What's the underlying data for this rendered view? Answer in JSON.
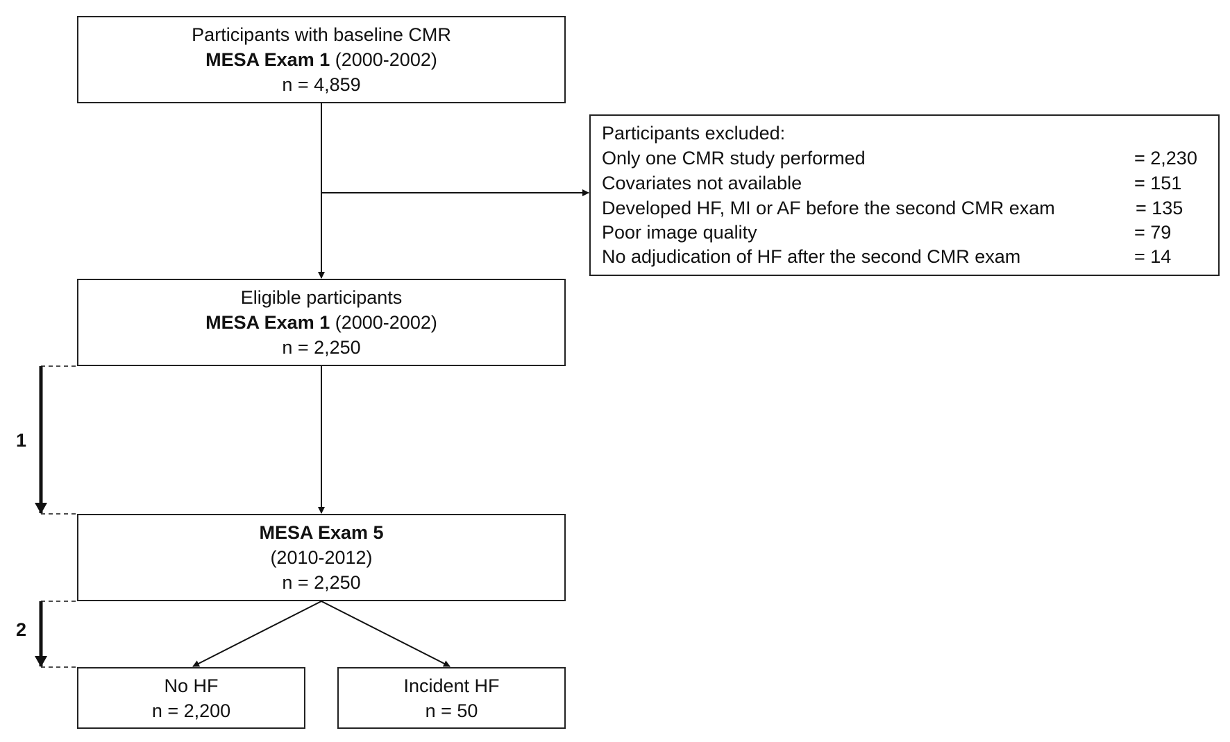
{
  "boxes": {
    "baseline": {
      "line1": "Participants with baseline CMR",
      "bold": "MESA Exam 1",
      "period": "(2000-2002)",
      "n": "n = 4,859"
    },
    "eligible": {
      "line1": "Eligible participants",
      "bold": "MESA Exam 1",
      "period": "(2000-2002)",
      "n": "n = 2,250"
    },
    "exam5": {
      "bold": "MESA Exam 5",
      "period": "(2010-2012)",
      "n": "n = 2,250"
    },
    "no_hf": {
      "line1": "No HF",
      "n": "n = 2,200"
    },
    "incident_hf": {
      "line1": "Incident HF",
      "n": "n = 50"
    }
  },
  "excluded": {
    "title": "Participants excluded:",
    "items": [
      {
        "label": "Only one CMR study performed",
        "value": "= 2,230"
      },
      {
        "label": "Covariates not available",
        "value": "= 151"
      },
      {
        "label": "Developed HF, MI or AF before the second CMR exam",
        "value": "= 135"
      },
      {
        "label": "Poor image quality",
        "value": "= 79"
      },
      {
        "label": "No adjudication of HF after the second CMR exam",
        "value": "= 14"
      }
    ]
  },
  "steps": {
    "step1": "1",
    "step2": "2"
  }
}
